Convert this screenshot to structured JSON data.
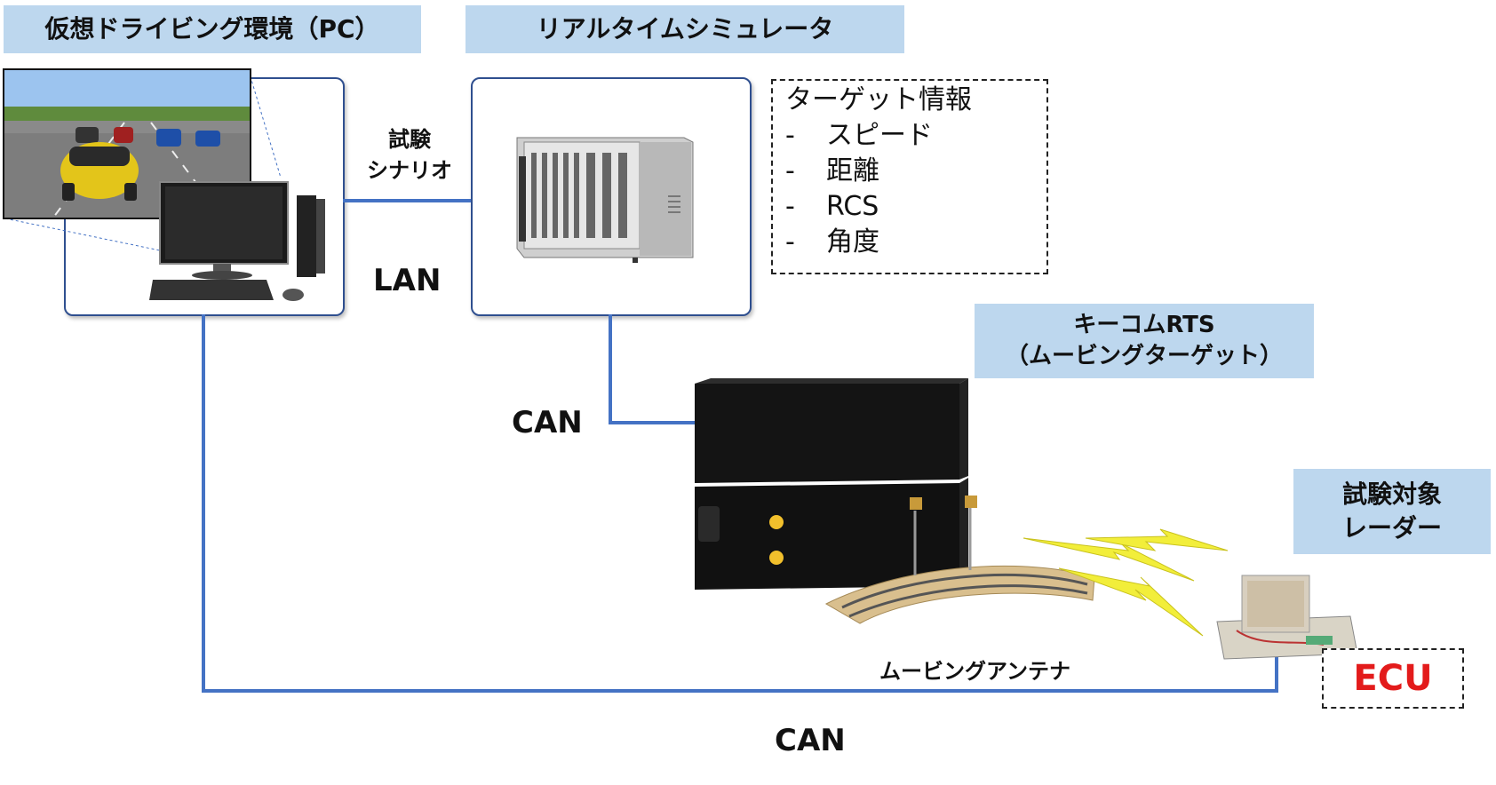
{
  "labels": {
    "pc_env": "仮想ドライビング環境（PC）",
    "realtime_sim": "リアルタイムシミュレータ",
    "rts_line1": "キーコムRTS",
    "rts_line2": "（ムービングターゲット）",
    "dut_line1": "試験対象",
    "dut_line2": "レーダー"
  },
  "connections": {
    "scenario_line1": "試験",
    "scenario_line2": "シナリオ",
    "lan": "LAN",
    "can_upper": "CAN",
    "can_lower": "CAN"
  },
  "target_info": {
    "title": "ターゲット情報",
    "items": [
      {
        "bullet": "-",
        "text": "スピード"
      },
      {
        "bullet": "-",
        "text": "距離"
      },
      {
        "bullet": "-",
        "text": "RCS"
      },
      {
        "bullet": "-",
        "text": "角度"
      }
    ]
  },
  "moving_antenna": "ムービングアンテナ",
  "ecu": "ECU",
  "colors": {
    "label_bg": "#bdd7ee",
    "line": "#4472c4",
    "ecu_text": "#e31b1b",
    "lightning": "#f2ee3a"
  }
}
